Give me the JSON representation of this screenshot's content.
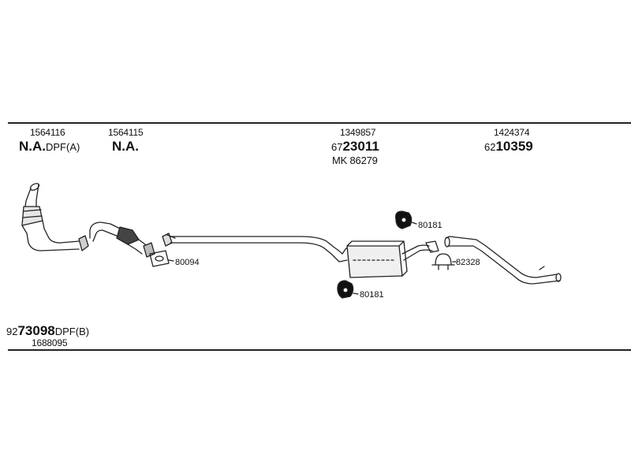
{
  "parts": {
    "col1": {
      "ref": "1564116",
      "main": "N.A.",
      "suffix": "DPF(A)"
    },
    "col2": {
      "ref": "1564115",
      "main": "N.A."
    },
    "col3": {
      "ref": "1349857",
      "prefix": "67",
      "main": "23011",
      "alt": "MK 86279"
    },
    "col4": {
      "ref": "1424374",
      "prefix": "62",
      "main": "10359"
    },
    "bottom": {
      "prefix": "92",
      "main": "73098",
      "suffix": "DPF(B)",
      "ref": "1688095"
    }
  },
  "callouts": {
    "gasket": "80094",
    "hanger_top": "80181",
    "hanger_bottom": "80181",
    "clamp": "82328"
  }
}
